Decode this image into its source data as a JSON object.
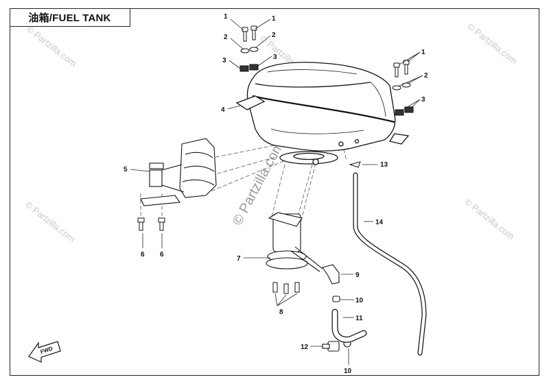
{
  "title": "油箱/FUEL TANK",
  "watermark": "© Partzilla.com",
  "fwd_label": "FWD",
  "callouts": {
    "c1a": "1",
    "c1b": "1",
    "c1c": "1",
    "c2a": "2",
    "c2b": "2",
    "c2c": "2",
    "c3a": "3",
    "c3b": "3",
    "c3c": "3",
    "c4": "4",
    "c5": "5",
    "c6a": "6",
    "c6b": "6",
    "c7": "7",
    "c8": "8",
    "c9": "9",
    "c10a": "10",
    "c10b": "10",
    "c11": "11",
    "c12": "12",
    "c13": "13",
    "c14": "14"
  }
}
